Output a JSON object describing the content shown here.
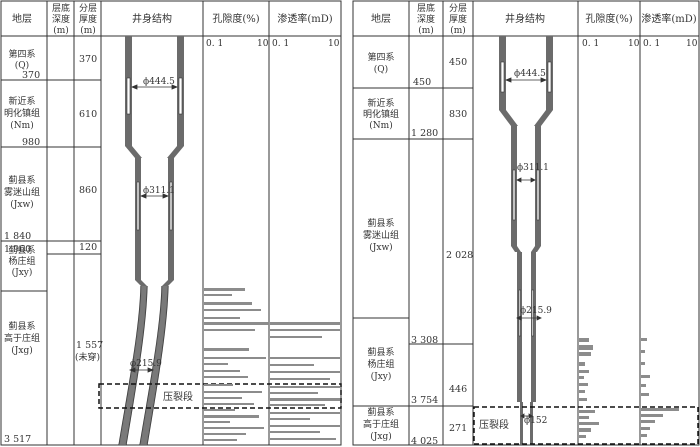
{
  "headers": {
    "stratum": "地层",
    "base_depth": [
      "层底",
      "深度",
      "(m)"
    ],
    "thickness": [
      "分层",
      "厚度",
      "(m)"
    ],
    "well_structure": "井身结构",
    "porosity": "孔隙度(%)",
    "permeability": "渗透率(mD)"
  },
  "scales": {
    "porosity_min": "0. 1",
    "porosity_max": "10",
    "perm_min": "0. 1",
    "perm_max": "10"
  },
  "left_well": {
    "layers": [
      {
        "name": [
          "第四系",
          "(Q)"
        ],
        "depth": "370",
        "thickness": "370"
      },
      {
        "name": [
          "新近系",
          "明化镇组",
          "(Nm)"
        ],
        "depth": "980",
        "thickness": "610"
      },
      {
        "name": [
          "蓟县系",
          "雾迷山组",
          "(Jxw)"
        ],
        "depth": "1 840",
        "thickness": "860"
      },
      {
        "name": [
          "蓟县系",
          "杨庄组",
          "(Jxy)"
        ],
        "depth": "1 960",
        "thickness": "120"
      },
      {
        "name": [
          "蓟县系",
          "高于庄组",
          "(Jxg)"
        ],
        "depth": "3 517",
        "thickness": "1 557",
        "note": "(未穿)"
      }
    ],
    "casing_labels": [
      "ϕ444.5",
      "ϕ311.1",
      "ϕ215.9"
    ],
    "frac_label": "压裂段"
  },
  "right_well": {
    "layers": [
      {
        "name": [
          "第四系",
          "(Q)"
        ],
        "depth": "450",
        "thickness": "450"
      },
      {
        "name": [
          "新近系",
          "明化镇组",
          "(Nm)"
        ],
        "depth": "1 280",
        "thickness": "830"
      },
      {
        "name": [
          "蓟县系",
          "雾迷山组",
          "(Jxw)"
        ],
        "depth": "3 308",
        "thickness": "2 028"
      },
      {
        "name": [
          "蓟县系",
          "杨庄组",
          "(Jxy)"
        ],
        "depth": "3 754",
        "thickness": "446"
      },
      {
        "name": [
          "蓟县系",
          "高于庄组",
          "(Jxg)"
        ],
        "depth": "4 025",
        "thickness": "271"
      }
    ],
    "casing_labels": [
      "ϕ444.5",
      "ϕ311.1",
      "ϕ215.9",
      "ϕ152"
    ],
    "frac_label": "压裂段"
  },
  "colors": {
    "casing": "#6b6b6b",
    "bar": "#8c8c8c",
    "line": "#333333"
  }
}
